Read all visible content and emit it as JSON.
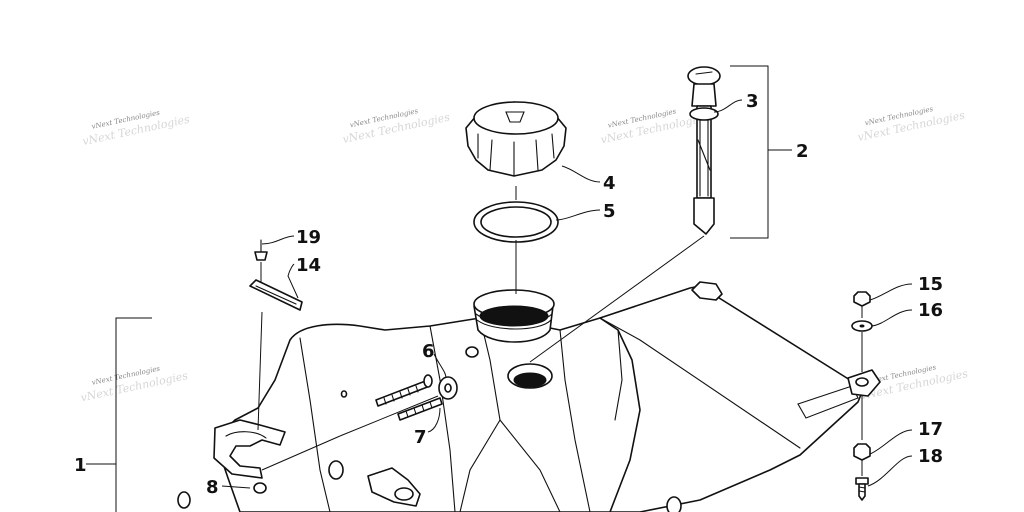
{
  "watermark": {
    "text": "vNext Technologies"
  },
  "callouts": [
    {
      "id": "1",
      "label": "1"
    },
    {
      "id": "2",
      "label": "2"
    },
    {
      "id": "3",
      "label": "3"
    },
    {
      "id": "4",
      "label": "4"
    },
    {
      "id": "5",
      "label": "5"
    },
    {
      "id": "6",
      "label": "6"
    },
    {
      "id": "7",
      "label": "7"
    },
    {
      "id": "8",
      "label": "8"
    },
    {
      "id": "14",
      "label": "14"
    },
    {
      "id": "15",
      "label": "15"
    },
    {
      "id": "16",
      "label": "16"
    },
    {
      "id": "17",
      "label": "17"
    },
    {
      "id": "18",
      "label": "18"
    },
    {
      "id": "19",
      "label": "19"
    }
  ],
  "colors": {
    "line": "#111111",
    "background": "#ffffff",
    "watermark": "#8a8a8a"
  }
}
